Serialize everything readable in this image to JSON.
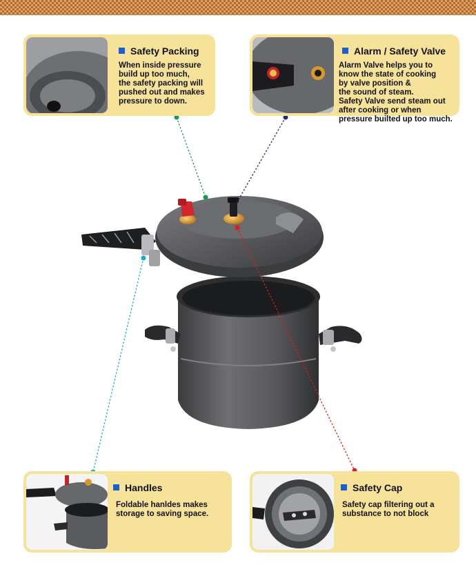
{
  "colors": {
    "card_bg": "#f7e29a",
    "title_square": "#1a5fd0",
    "header_pattern_dark": "#b56a2b",
    "header_pattern_light": "#d9a46a",
    "leader_green": "#1a9a4a",
    "leader_navy": "#1e2a80",
    "leader_cyan": "#19a8d8",
    "leader_red": "#e01d1d"
  },
  "callouts": {
    "safety_packing": {
      "title": "Safety Packing",
      "lines": [
        "When inside pressure",
        "build up too much,",
        "the safety packing will",
        "pushed out and makes",
        "pressure to down."
      ]
    },
    "alarm_valve": {
      "title": "Alarm / Safety Valve",
      "lines": [
        "Alarm Valve helps you to",
        "know the state of cooking",
        "by valve position &",
        "the sound of steam.",
        "Safety Valve send steam out",
        "after cooking or when",
        "pressure builted up too much."
      ]
    },
    "handles": {
      "title": "Handles",
      "lines": [
        "Foldable hanldes makes",
        "storage to saving space."
      ]
    },
    "safety_cap": {
      "title": "Safety Cap",
      "lines": [
        "Safety cap filtering out a",
        "substance to not block"
      ]
    }
  },
  "icons": {
    "title_marker": "square-bullet-icon",
    "leader_end": "dot-marker-icon"
  }
}
